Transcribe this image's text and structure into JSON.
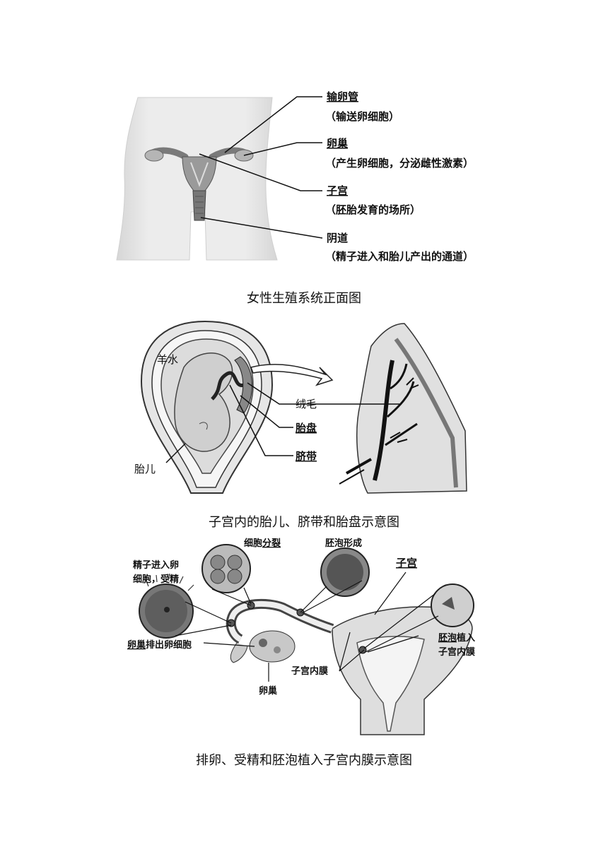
{
  "figure1": {
    "caption": "女性生殖系统正面图",
    "labels": {
      "oviduct": "输卵管",
      "oviduct_desc": "（输送卵细胞）",
      "ovary": "卵巢",
      "ovary_desc": "（产生卵细胞，分泌雌性激素）",
      "uterus": "子宫",
      "uterus_desc": "（胚胎发育的场所）",
      "vagina": "阴道",
      "vagina_desc": "（精子进入和胎儿产出的通道）"
    }
  },
  "figure2": {
    "caption": "子宫内的胎儿、脐带和胎盘示意图",
    "labels": {
      "amniotic_fluid": "羊水",
      "villi": "绒毛",
      "placenta": "胎盘",
      "umbilical_cord": "脐带",
      "fetus": "胎儿"
    }
  },
  "figure3": {
    "caption": "排卵、受精和胚泡植入子宫内膜示意图",
    "labels": {
      "cell_division_prefix": "细胞",
      "cell_division_suffix": "分裂",
      "blastocyst_formation": "胚泡形成",
      "uterus": "子宫",
      "fertilization_line1": "精子进入卵",
      "fertilization_line2": "细胞，受精",
      "ovulation_prefix": "卵巢",
      "ovulation_suffix": "排出卵细胞",
      "ovary": "卵巢",
      "endometrium": "子宫内膜",
      "implant_line1_prefix": "胚泡",
      "implant_line1_suffix": "植入",
      "implant_line2": "子宫内膜"
    }
  }
}
